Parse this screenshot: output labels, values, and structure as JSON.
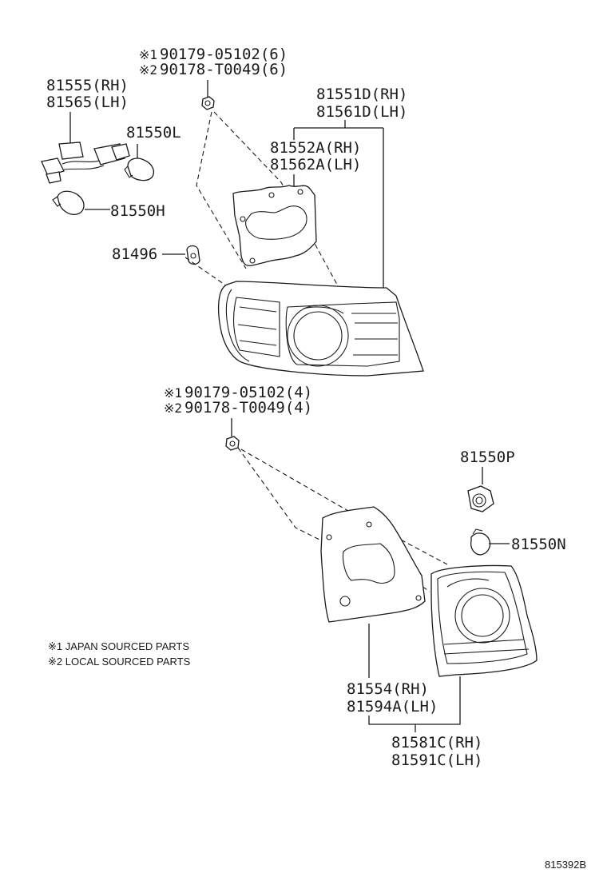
{
  "fasteners_upper": {
    "line1_mark": "※1",
    "line1_text": "90179-05102(6)",
    "line2_mark": "※2",
    "line2_text": "90178-T0049(6)"
  },
  "fasteners_lower": {
    "line1_mark": "※1",
    "line1_text": "90179-05102(4)",
    "line2_mark": "※2",
    "line2_text": "90178-T0049(4)"
  },
  "parts": {
    "socket_wire_rh": "81555(RH)",
    "socket_wire_lh": "81565(LH)",
    "bulb_l": "81550L",
    "bulb_h": "81550H",
    "clip": "81496",
    "outer_lamp_rh": "81551D(RH)",
    "outer_lamp_lh": "81561D(LH)",
    "outer_gasket_rh": "81552A(RH)",
    "outer_gasket_lh": "81562A(LH)",
    "bulb_p": "81550P",
    "bulb_n": "81550N",
    "inner_gasket_rh": "81554(RH)",
    "inner_gasket_lh": "81594A(LH)",
    "inner_lamp_rh": "81581C(RH)",
    "inner_lamp_lh": "81591C(LH)"
  },
  "notes": {
    "note1": "※1 JAPAN SOURCED PARTS",
    "note2": "※2 LOCAL SOURCED PARTS"
  },
  "figure_ref": "815392B"
}
